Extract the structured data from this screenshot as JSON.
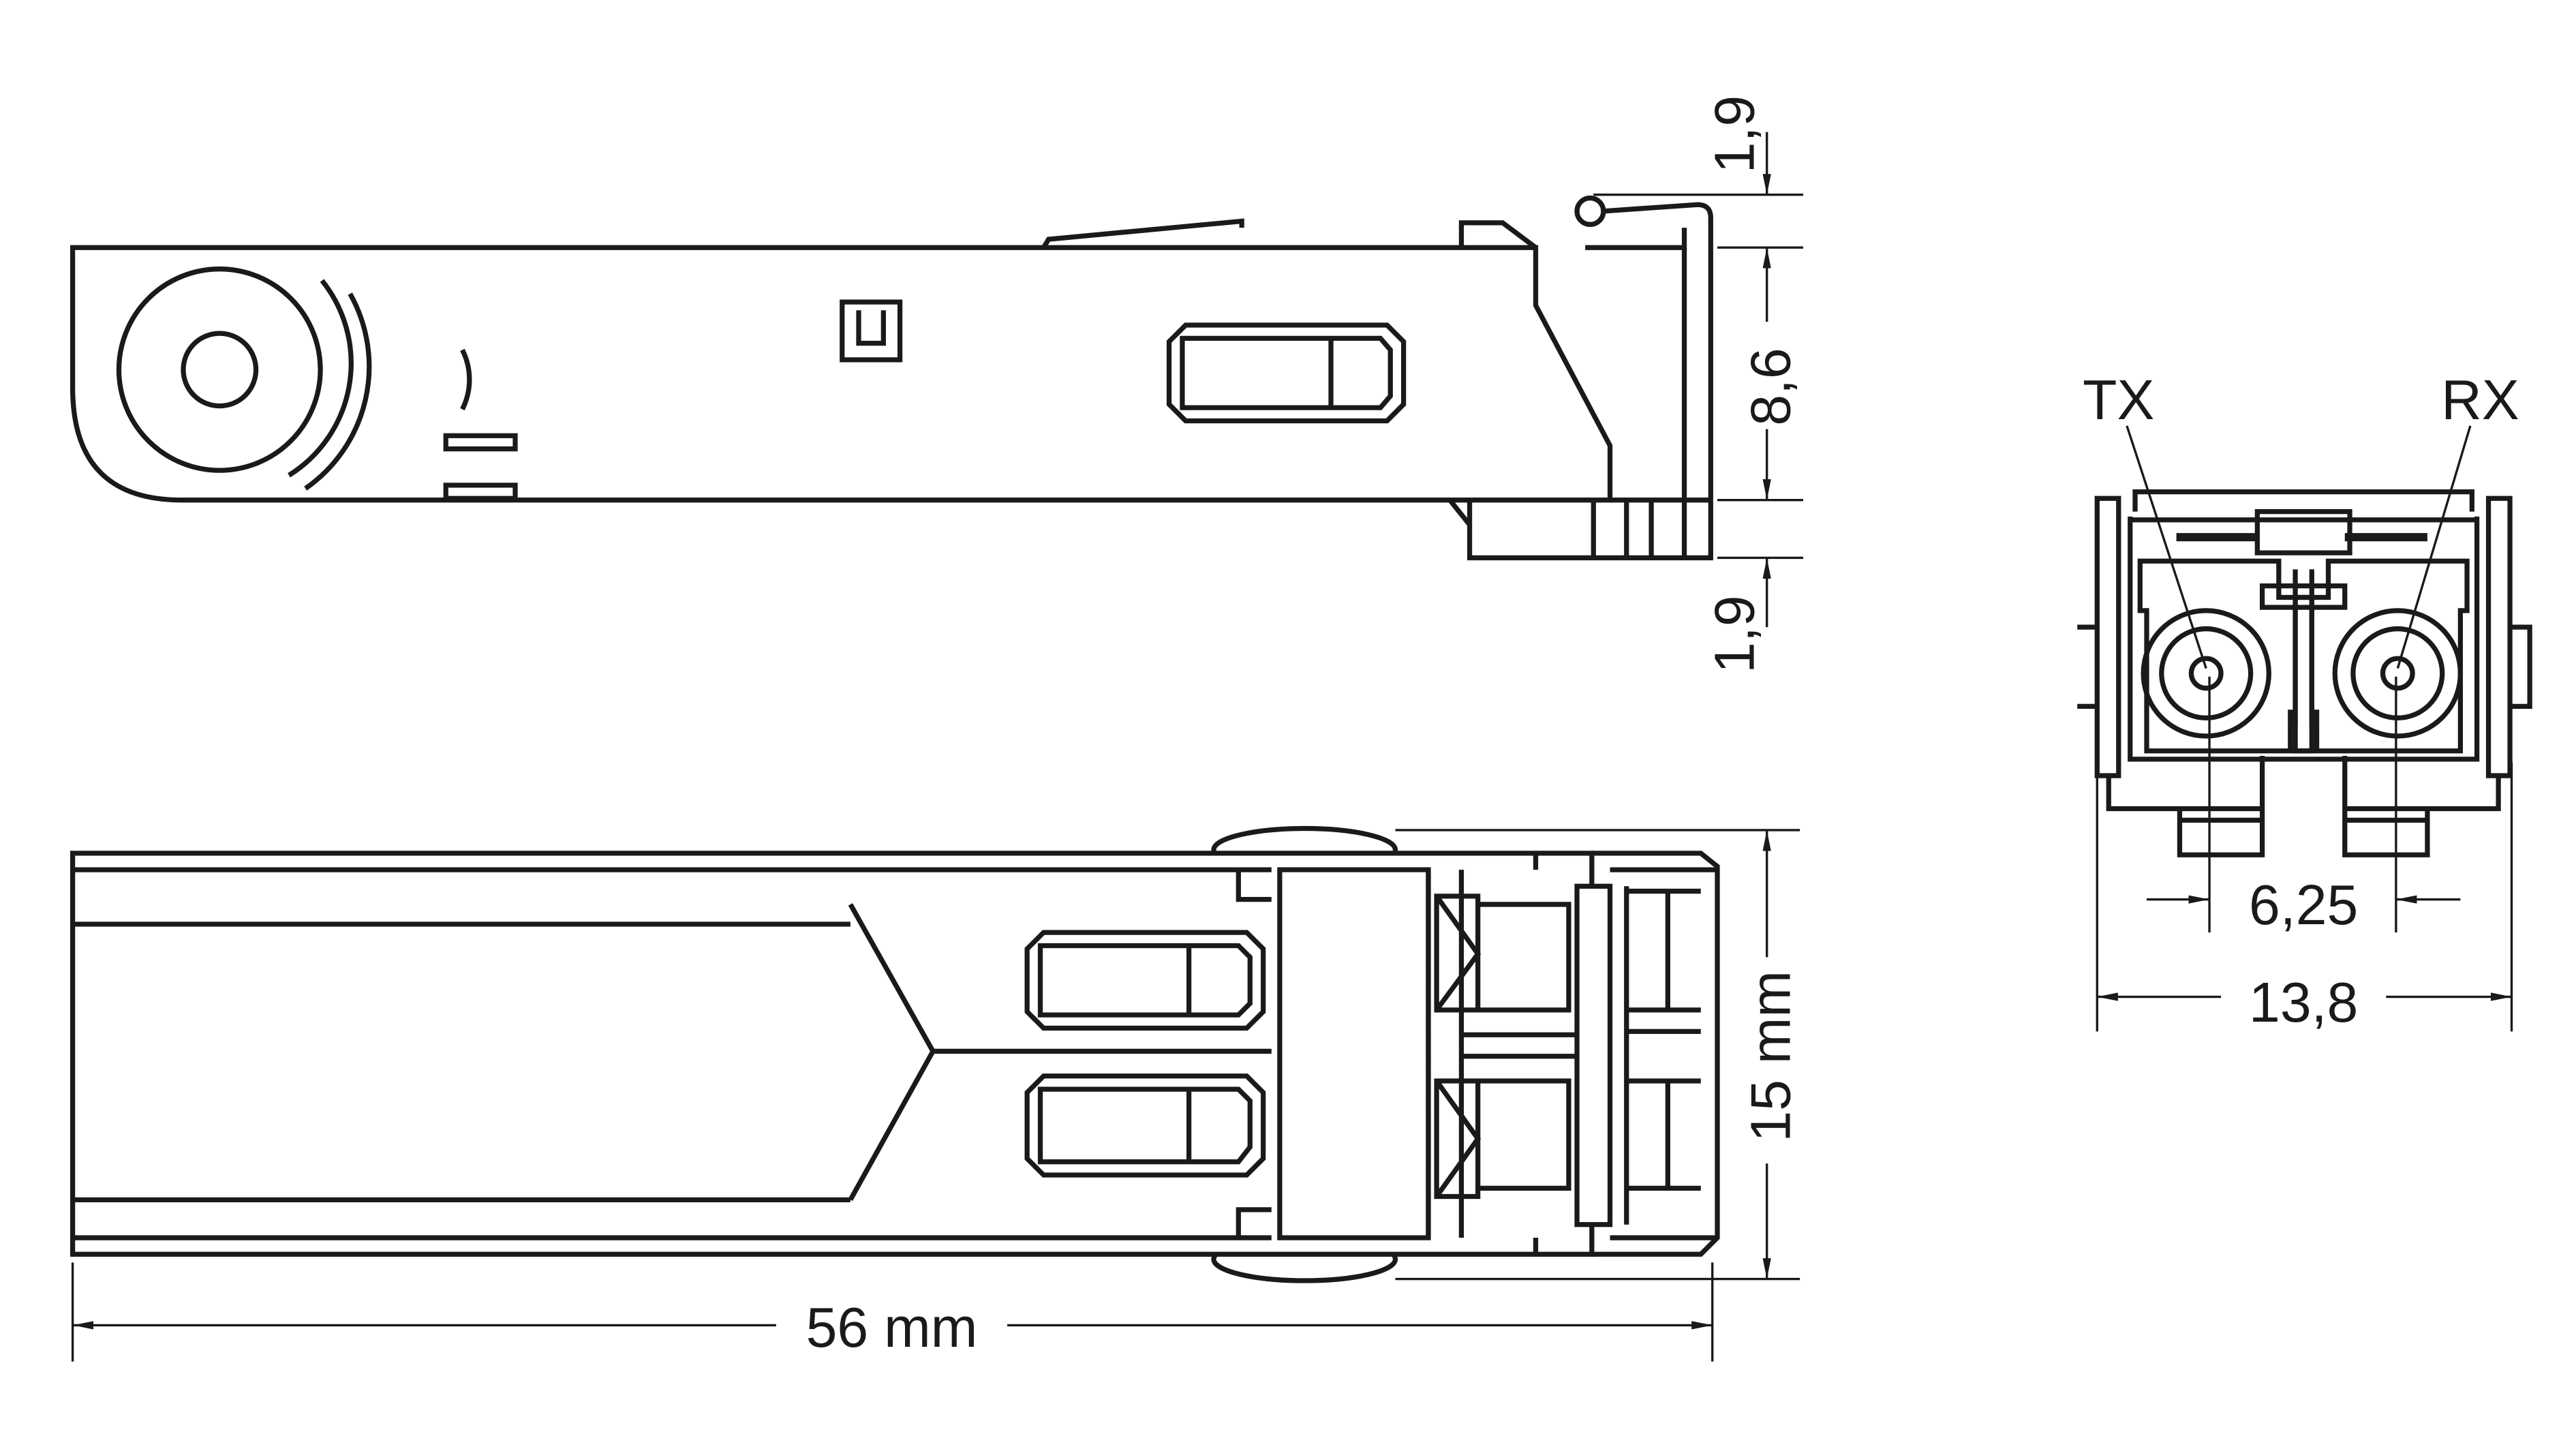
{
  "side_view": {
    "dim_top_gap": "1,9",
    "dim_height": "8,6",
    "dim_bottom_gap": "1,9"
  },
  "bottom_view": {
    "dim_width": "15 mm",
    "dim_length": "56 mm"
  },
  "front_view": {
    "label_tx": "TX",
    "label_rx": "RX",
    "dim_pitch": "6,25",
    "dim_width": "13,8"
  },
  "colors": {
    "line": "#1a1a1a",
    "background": "#ffffff"
  }
}
